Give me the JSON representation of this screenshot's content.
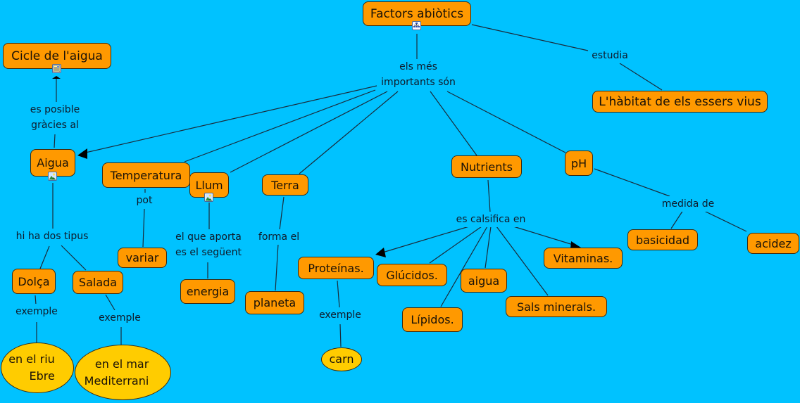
{
  "colors": {
    "background": "#00c2ff",
    "concept_fill": "#ff9900",
    "example_fill": "#ffcc00",
    "border": "#3a2a10",
    "line": "#1a2a3a"
  },
  "concepts": {
    "factors": "Factors abiòtics",
    "cicle": "Cicle de l'aigua",
    "habitat": "L'hàbitat de els essers vius",
    "aigua": "Aigua",
    "temperatura": "Temperatura",
    "llum": "Llum",
    "terra": "Terra",
    "nutrients": "Nutrients",
    "ph": "pH",
    "variar": "variar",
    "energia": "energia",
    "planeta": "planeta",
    "dolca": "Dolça",
    "salada": "Salada",
    "proteinas": "Proteínas.",
    "glucidos": "Glúcidos.",
    "aigua2": "aigua",
    "lipidos": "Lípidos.",
    "sals": "Sals minerals.",
    "vitaminas": "Vitaminas.",
    "basicidad": "basicidad",
    "acidez": "acidez"
  },
  "examples": {
    "riu": "en el riu\nEbre",
    "mar": "en el mar\nMediterrani",
    "carn": "carn"
  },
  "link_labels": {
    "importants": "els més\nimportants són",
    "estudia": "estudia",
    "posible": "es posible\ngràcies al",
    "pot": "pot",
    "aporta": "el que aporta\nes el següent",
    "forma": "forma el",
    "dos_tipus": "hi ha dos tipus",
    "exemple1": "exemple",
    "exemple2": "exemple",
    "exemple3": "exemple",
    "classifica": "es calsifica en",
    "medida": "medida de"
  },
  "resource_icons": {
    "factors": "concept-map-icon",
    "cicle": "document-icon",
    "aigua": "image-icon",
    "llum": "image-icon"
  }
}
